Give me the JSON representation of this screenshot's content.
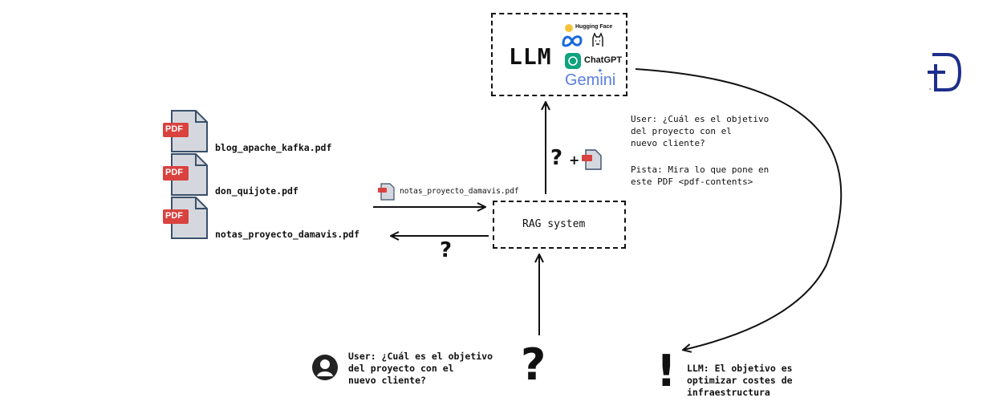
{
  "files": [
    {
      "name": "blog_apache_kafka.pdf"
    },
    {
      "name": "don_quijote.pdf"
    },
    {
      "name": "notas_proyecto_damavis.pdf"
    }
  ],
  "pdf_badge": "PDF",
  "transfer_file": "notas_proyecto_damavis.pdf",
  "rag_label": "RAG system",
  "llm_label": "LLM",
  "providers": {
    "hugging_face": "Hugging Face",
    "chatgpt": "ChatGPT",
    "gemini": "Gemini"
  },
  "prompt": {
    "line1": "User: ¿Cuál es el objetivo",
    "line2": "del proyecto con el",
    "line3": "nuevo cliente?",
    "hint1": "Pista: Mira lo que pone en",
    "hint2": "este PDF <pdf-contents>"
  },
  "user_question": {
    "line1": "User: ¿Cuál es el objetivo",
    "line2": "del proyecto con el",
    "line3": "nuevo cliente?"
  },
  "answer": {
    "line1": "LLM: El objetivo es",
    "line2": "optimizar costes de",
    "line3": "infraestructura"
  },
  "symbols": {
    "question": "?",
    "plus": "+",
    "exclamation": "!"
  },
  "colors": {
    "pdf_red": "#d9423f",
    "doc_fill": "#d4d8de",
    "doc_stroke": "#3a4f6a",
    "brand_blue": "#1d2f8c"
  }
}
